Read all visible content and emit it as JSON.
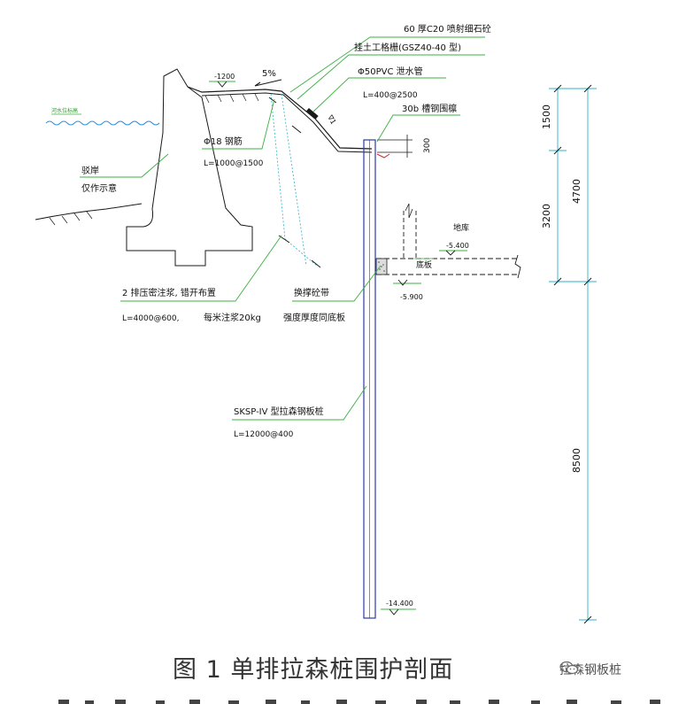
{
  "labels": {
    "shotcrete": "60 厚C20  喷射细石砼",
    "geogrid": "挂土工格栅(GSZ40-40    型)",
    "drain_pipe": "Φ50PVC   泄水管",
    "drain_pipe_spacing": "L=400@2500",
    "waling": "30b  槽钢围檩",
    "water_level": "河水位标高",
    "level_top": "-1200",
    "slope": "5%",
    "rebar": "Φ18  钢筋",
    "rebar_spacing": "L=1000@1500",
    "revetment": "驳岸",
    "revetment_note": "仅作示意",
    "grouting": "2 排压密注浆, 错开布置",
    "grouting_spacing": "L=4000@600,",
    "grouting_amount": "每米注浆20kg",
    "replacement_belt": "换撑砼带",
    "replacement_note": "强度厚度同底板",
    "basement": "地库",
    "level_basement": "-5.400",
    "slab": "底板",
    "level_slab": "-5.900",
    "sheet_pile": "SKSP-IV    型拉森钢板桩",
    "sheet_pile_spacing": "L=12000@400",
    "level_toe": "-14.400",
    "dim_300": "300",
    "dim_1500": "1500",
    "dim_3200": "3200",
    "dim_4700": "4700",
    "dim_8500": "8500"
  },
  "caption": "图 1  单排拉森桩围护剖面",
  "watermark": "拉森钢板桩",
  "colors": {
    "line": "#1a1a1a",
    "leader": "#3cb043",
    "water": "#2a8fd6",
    "pile": "#2b3aa8",
    "dimension": "#2bb3c8",
    "rebar_accent": "#cc2a2a"
  }
}
